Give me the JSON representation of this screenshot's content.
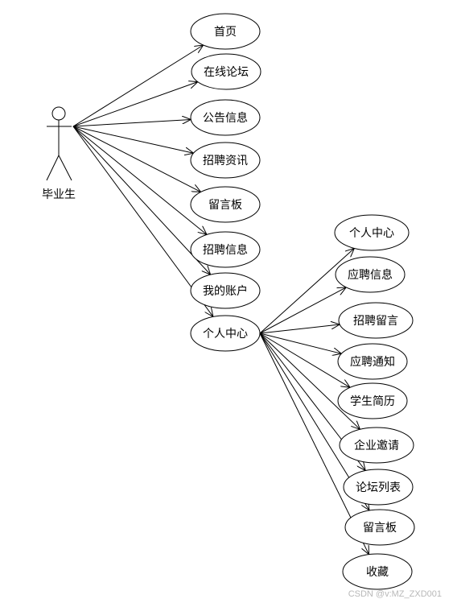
{
  "actor": {
    "label": "毕业生"
  },
  "use_cases": [
    {
      "id": "home",
      "label": "首页"
    },
    {
      "id": "online-forum",
      "label": "在线论坛"
    },
    {
      "id": "announcement",
      "label": "公告信息"
    },
    {
      "id": "recruit-news",
      "label": "招聘资讯"
    },
    {
      "id": "message-board",
      "label": "留言板"
    },
    {
      "id": "recruit-info",
      "label": "招聘信息"
    },
    {
      "id": "my-account",
      "label": "我的账户"
    },
    {
      "id": "personal-center",
      "label": "个人中心"
    }
  ],
  "sub_use_cases": [
    {
      "id": "sub-personal-center",
      "label": "个人中心"
    },
    {
      "id": "sub-application-info",
      "label": "应聘信息"
    },
    {
      "id": "sub-recruit-message",
      "label": "招聘留言"
    },
    {
      "id": "sub-application-notice",
      "label": "应聘通知"
    },
    {
      "id": "sub-student-resume",
      "label": "学生简历"
    },
    {
      "id": "sub-company-invite",
      "label": "企业邀请"
    },
    {
      "id": "sub-forum-list",
      "label": "论坛列表"
    },
    {
      "id": "sub-message-board",
      "label": "留言板"
    },
    {
      "id": "sub-favorites",
      "label": "收藏"
    }
  ],
  "colors": {
    "line": "#000000",
    "background": "#ffffff",
    "watermark": "#b8b8b8"
  },
  "watermark": "CSDN @v:MZ_ZXD001"
}
